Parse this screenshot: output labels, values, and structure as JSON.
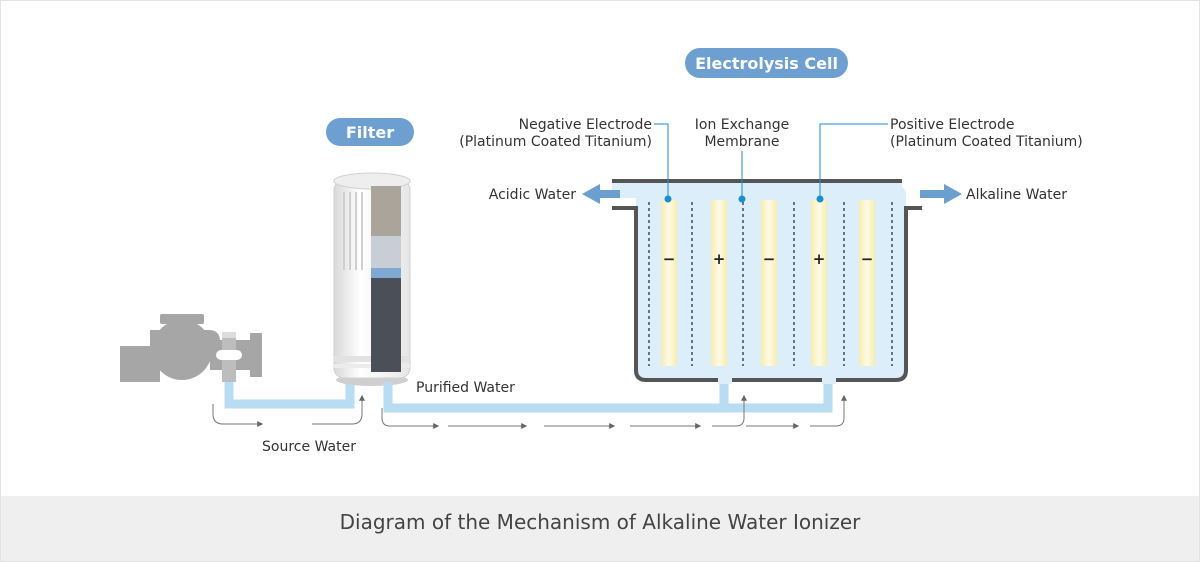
{
  "labels": {
    "electrolysis_cell": "Electrolysis Cell",
    "filter": "Filter",
    "negative_electrode_line1": "Negative Electrode",
    "negative_electrode_line2": "(Platinum Coated Titanium)",
    "ion_exchange_line1": "Ion Exchange",
    "ion_exchange_line2": "Membrane",
    "positive_electrode_line1": "Positive Electrode",
    "positive_electrode_line2": "(Platinum Coated Titanium)",
    "acidic_water": "Acidic Water",
    "alkaline_water": "Alkaline Water",
    "purified_water": "Purified Water",
    "source_water": "Source Water"
  },
  "electrode_signs": [
    "−",
    "+",
    "−",
    "+",
    "−"
  ],
  "caption": "Diagram of the Mechanism of Alkaline Water Ionizer",
  "colors": {
    "pill": "#6d9fd1",
    "water": "#b8dcf2",
    "water_light": "#dbeef9",
    "tank_outline": "#555555",
    "arrow": "#6b9fcf",
    "faucet": "#a6a6a6",
    "electrode": "#f7f0c2",
    "leader": "#1a8fd0"
  }
}
